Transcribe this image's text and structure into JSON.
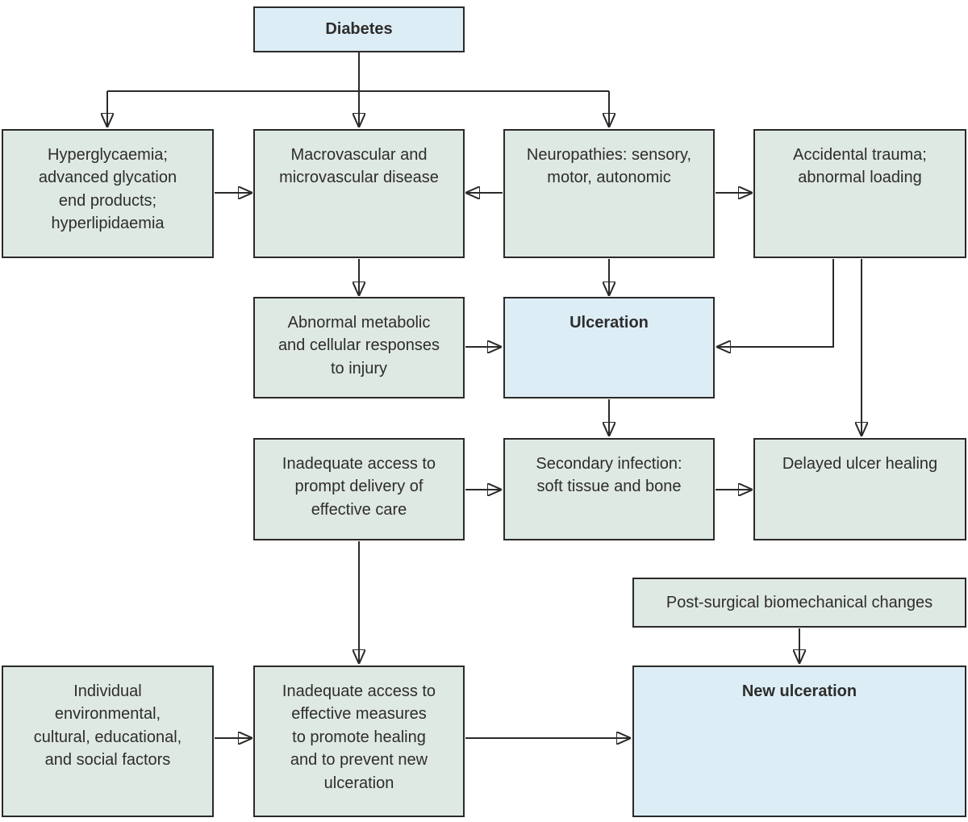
{
  "diagram": {
    "type": "flowchart",
    "colors": {
      "box_green": "#dfe9e3",
      "box_blue": "#dcedf6",
      "border": "#2b2a28",
      "arrow": "#2b2a28",
      "text": "#2e2d2b"
    },
    "nodes": {
      "diabetes": {
        "label": "Diabetes",
        "style": "blue-bold"
      },
      "hyperglycaemia": {
        "label": "Hyperglycaemia;\nadvanced glycation\nend products;\nhyperlipidaemia",
        "style": "green"
      },
      "macrovascular": {
        "label": "Macrovascular and\nmicrovascular disease",
        "style": "green"
      },
      "neuropathies": {
        "label": "Neuropathies: sensory,\nmotor, autonomic",
        "style": "green"
      },
      "accidental": {
        "label": "Accidental trauma;\nabnormal loading",
        "style": "green"
      },
      "abnormal_metabolic": {
        "label": "Abnormal metabolic\nand cellular responses\nto injury",
        "style": "green"
      },
      "ulceration": {
        "label": "Ulceration",
        "style": "blue-bold"
      },
      "inadequate_care": {
        "label": "Inadequate access to\nprompt delivery of\neffective care",
        "style": "green"
      },
      "secondary_infection": {
        "label": "Secondary infection:\nsoft tissue and bone",
        "style": "green"
      },
      "delayed_healing": {
        "label": "Delayed ulcer healing",
        "style": "green"
      },
      "post_surgical": {
        "label": "Post-surgical biomechanical changes",
        "style": "green"
      },
      "individual_factors": {
        "label": "Individual\nenvironmental,\ncultural, educational,\nand social factors",
        "style": "green"
      },
      "inadequate_measures": {
        "label": "Inadequate access to\neffective measures\nto promote healing\nand to prevent new\nulceration",
        "style": "green"
      },
      "new_ulceration": {
        "label": "New ulceration",
        "style": "blue-bold"
      }
    },
    "edges": [
      {
        "from": "diabetes",
        "to": "hyperglycaemia"
      },
      {
        "from": "diabetes",
        "to": "macrovascular"
      },
      {
        "from": "diabetes",
        "to": "neuropathies"
      },
      {
        "from": "hyperglycaemia",
        "to": "macrovascular"
      },
      {
        "from": "neuropathies",
        "to": "macrovascular"
      },
      {
        "from": "neuropathies",
        "to": "accidental"
      },
      {
        "from": "macrovascular",
        "to": "abnormal_metabolic"
      },
      {
        "from": "neuropathies",
        "to": "ulceration"
      },
      {
        "from": "accidental",
        "to": "ulceration"
      },
      {
        "from": "accidental",
        "to": "delayed_healing"
      },
      {
        "from": "abnormal_metabolic",
        "to": "ulceration"
      },
      {
        "from": "ulceration",
        "to": "secondary_infection"
      },
      {
        "from": "inadequate_care",
        "to": "secondary_infection"
      },
      {
        "from": "secondary_infection",
        "to": "delayed_healing"
      },
      {
        "from": "inadequate_care",
        "to": "inadequate_measures"
      },
      {
        "from": "post_surgical",
        "to": "new_ulceration"
      },
      {
        "from": "individual_factors",
        "to": "inadequate_measures"
      },
      {
        "from": "inadequate_measures",
        "to": "new_ulceration"
      }
    ]
  }
}
